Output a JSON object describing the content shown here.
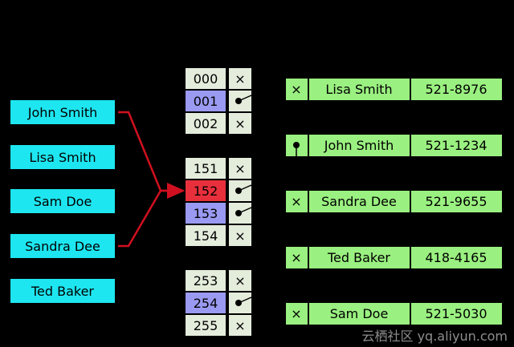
{
  "colors": {
    "background": "#000000",
    "key_fill": "#1ee6f0",
    "bucket_default": "#e4ecdc",
    "bucket_highlight": "#9a9af2",
    "bucket_collision": "#e8303c",
    "entry_fill": "#9af080",
    "arrow": "#d01020"
  },
  "keys": [
    "John Smith",
    "Lisa Smith",
    "Sam Doe",
    "Sandra Dee",
    "Ted Baker"
  ],
  "buckets": [
    {
      "index": "000",
      "state": "default",
      "pointer": "null"
    },
    {
      "index": "001",
      "state": "highlight",
      "pointer": "link"
    },
    {
      "index": "002",
      "state": "default",
      "pointer": "null"
    },
    {
      "index": "151",
      "state": "default",
      "pointer": "null"
    },
    {
      "index": "152",
      "state": "collision",
      "pointer": "link"
    },
    {
      "index": "153",
      "state": "highlight",
      "pointer": "link"
    },
    {
      "index": "154",
      "state": "default",
      "pointer": "null"
    },
    {
      "index": "253",
      "state": "default",
      "pointer": "null"
    },
    {
      "index": "254",
      "state": "highlight",
      "pointer": "link"
    },
    {
      "index": "255",
      "state": "default",
      "pointer": "null"
    }
  ],
  "entries": [
    {
      "name": "Lisa Smith",
      "phone": "521-8976",
      "next": "null"
    },
    {
      "name": "John Smith",
      "phone": "521-1234",
      "next": "link"
    },
    {
      "name": "Sandra Dee",
      "phone": "521-9655",
      "next": "null"
    },
    {
      "name": "Ted Baker",
      "phone": "418-4165",
      "next": "null"
    },
    {
      "name": "Sam Doe",
      "phone": "521-5030",
      "next": "null"
    }
  ],
  "null_mark": "×",
  "watermark": "云栖社区 yq.aliyun.com"
}
